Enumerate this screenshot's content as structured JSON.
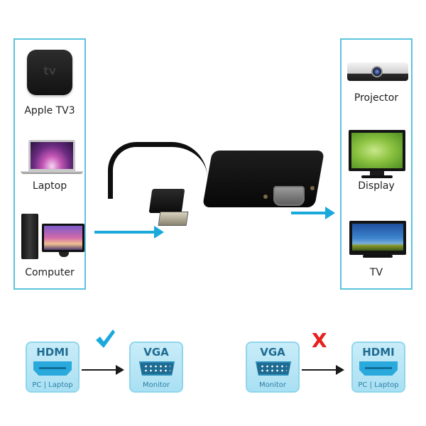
{
  "source_panel": {
    "devices": [
      {
        "label": "Apple TV3",
        "icon": "apple-tv-icon",
        "badge_text": "tv"
      },
      {
        "label": "Laptop",
        "icon": "laptop-icon"
      },
      {
        "label": "Computer",
        "icon": "desktop-computer-icon"
      }
    ]
  },
  "output_panel": {
    "devices": [
      {
        "label": "Projector",
        "icon": "projector-icon"
      },
      {
        "label": "Display",
        "icon": "monitor-icon"
      },
      {
        "label": "TV",
        "icon": "tv-icon"
      }
    ]
  },
  "adapter": {
    "input": "HDMI",
    "output": "VGA",
    "icon": "hdmi-to-vga-adapter-icon"
  },
  "compatibility": [
    {
      "from": {
        "title": "HDMI",
        "subtitle": "PC | Laptop"
      },
      "to": {
        "title": "VGA",
        "subtitle": "Monitor"
      },
      "status_icon": "check-icon",
      "supported": true
    },
    {
      "from": {
        "title": "VGA",
        "subtitle": "Monitor"
      },
      "to": {
        "title": "HDMI",
        "subtitle": "PC | Laptop"
      },
      "status_icon": "cross-icon",
      "status_text": "X",
      "supported": false
    }
  ],
  "colors": {
    "accent_cyan": "#1aa9db",
    "panel_border": "#5bc3dd",
    "badge_bg": "#b8e6f6",
    "badge_title": "#1f6c93",
    "check": "#1aa9db",
    "cross": "#e8201b"
  }
}
